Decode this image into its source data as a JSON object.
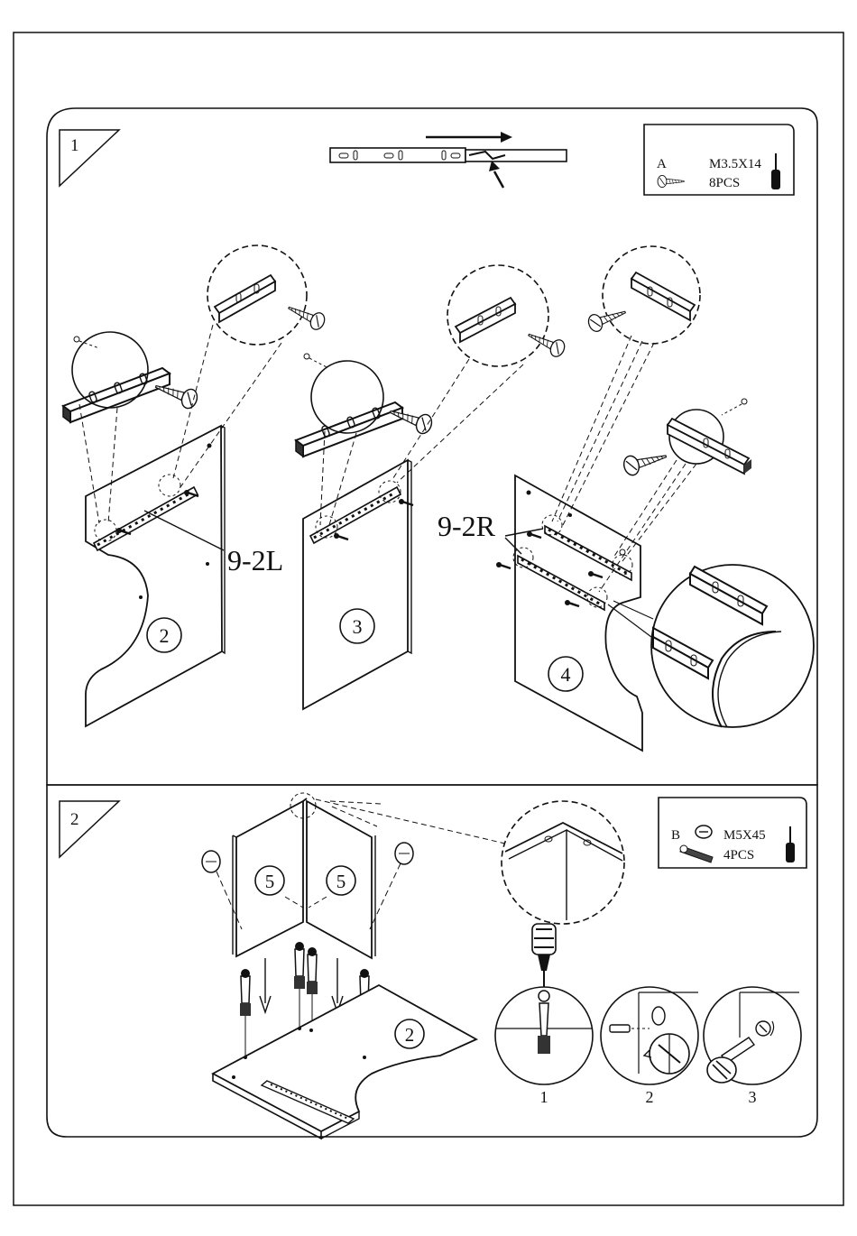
{
  "page": {
    "background": "#ffffff",
    "line_color": "#111111"
  },
  "step1": {
    "number": "1",
    "parts_box": {
      "letter": "A",
      "spec": "M3.5X14",
      "qty": "8PCS",
      "icons": [
        "screw-icon",
        "screwdriver-icon"
      ]
    },
    "labels": {
      "bracket_left": "9-2L",
      "bracket_right": "9-2R"
    },
    "panels": [
      "2",
      "3",
      "4"
    ]
  },
  "step2": {
    "number": "2",
    "parts_box": {
      "letter": "B",
      "spec": "M5X45",
      "qty": "4PCS",
      "icons": [
        "cam-lock-icon",
        "cam-bolt-icon",
        "screwdriver-icon"
      ]
    },
    "panels": [
      "5",
      "5",
      "2"
    ],
    "detail_steps": [
      "1",
      "2",
      "3"
    ]
  }
}
